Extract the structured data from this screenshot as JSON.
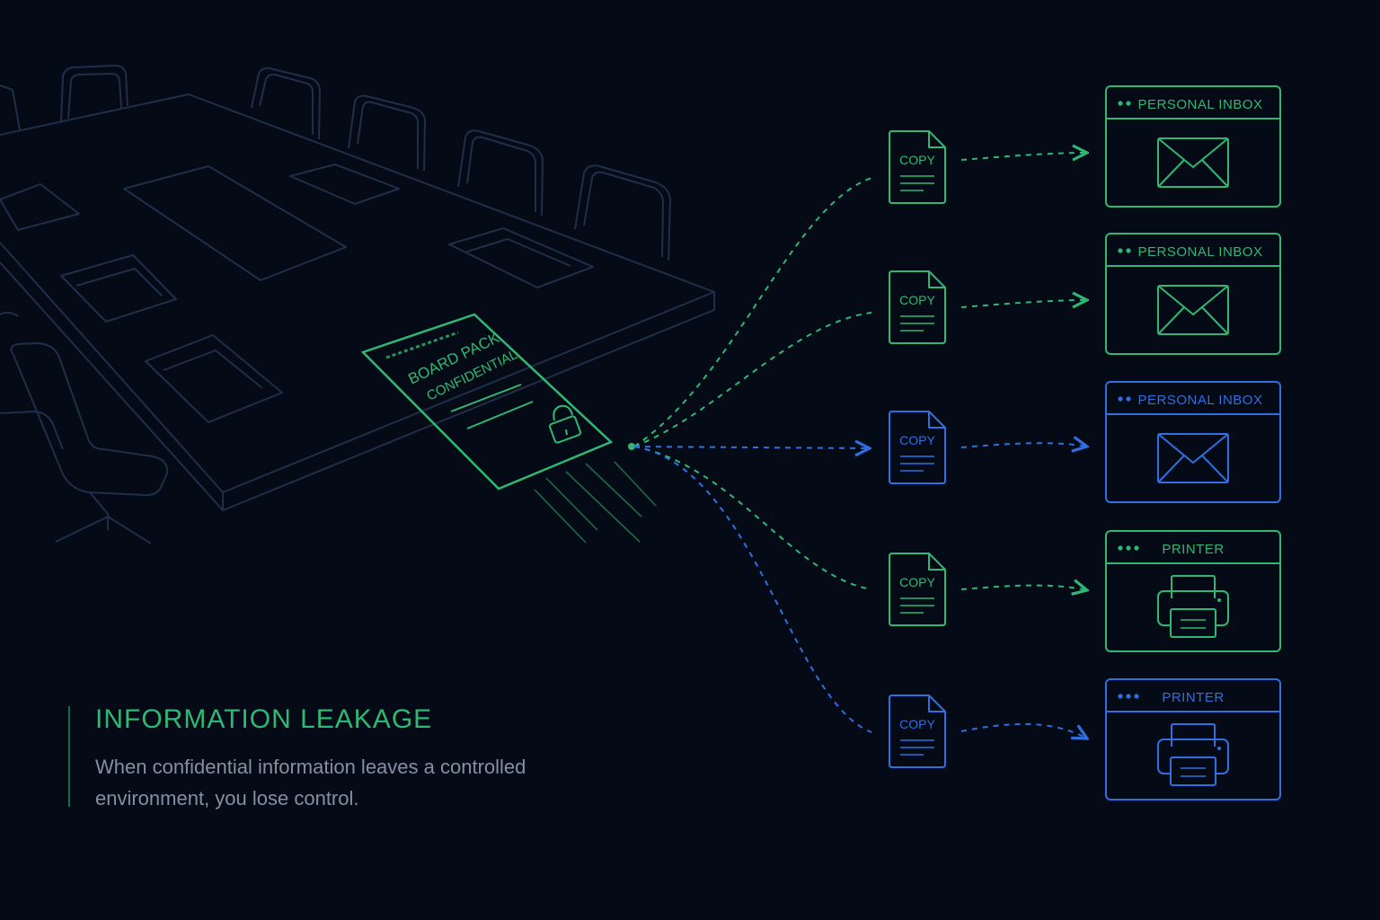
{
  "colors": {
    "background": "#050b16",
    "green": "#2fb874",
    "blue": "#2f6fe0",
    "table_line": "#1f2f4a",
    "muted_text": "#8390a3"
  },
  "document": {
    "line1": "BOARD PACK",
    "line2": "CONFIDENTIAL",
    "lock_icon": "lock-icon"
  },
  "copies": [
    {
      "label": "COPY",
      "color": "green"
    },
    {
      "label": "COPY",
      "color": "green"
    },
    {
      "label": "COPY",
      "color": "blue"
    },
    {
      "label": "COPY",
      "color": "green"
    },
    {
      "label": "COPY",
      "color": "blue"
    }
  ],
  "destinations": [
    {
      "label": "PERSONAL INBOX",
      "icon": "envelope-icon",
      "color": "green"
    },
    {
      "label": "PERSONAL INBOX",
      "icon": "envelope-icon",
      "color": "green"
    },
    {
      "label": "PERSONAL INBOX",
      "icon": "envelope-icon",
      "color": "blue"
    },
    {
      "label": "PRINTER",
      "icon": "printer-icon",
      "color": "green"
    },
    {
      "label": "PRINTER",
      "icon": "printer-icon",
      "color": "blue"
    }
  ],
  "caption": {
    "title": "INFORMATION LEAKAGE",
    "body": "When confidential information leaves a controlled environment, you lose control."
  }
}
